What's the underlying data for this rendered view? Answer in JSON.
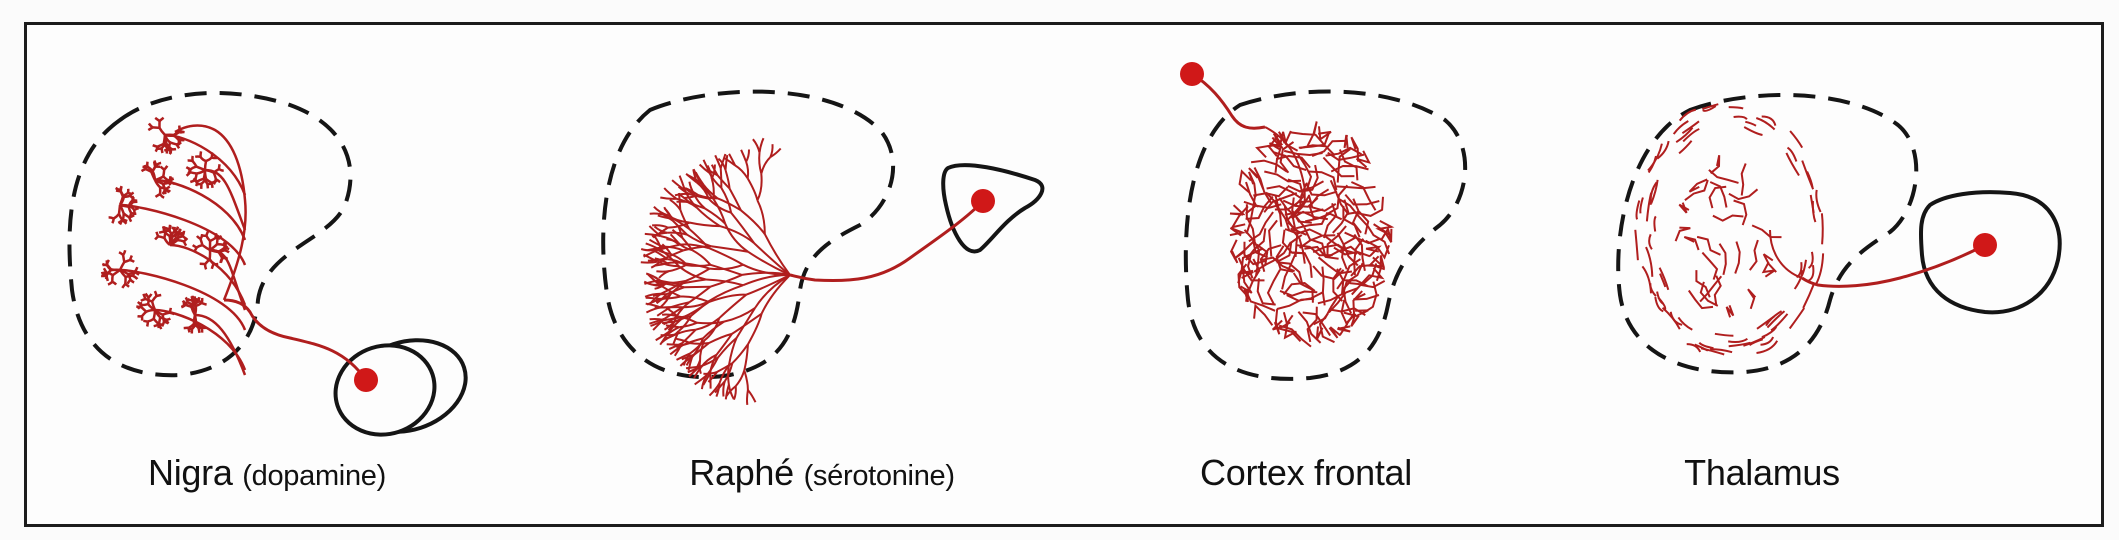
{
  "colors": {
    "neuron": "#b01e1e",
    "soma": "#d01818",
    "outline": "#151515"
  },
  "panels": [
    {
      "id": "nigra",
      "label": "Nigra",
      "sublabel": "(dopamine)"
    },
    {
      "id": "raphe",
      "label": "Raphé",
      "sublabel": "(sérotonine)"
    },
    {
      "id": "cortex",
      "label": "Cortex frontal",
      "sublabel": ""
    },
    {
      "id": "thalamus",
      "label": "Thalamus",
      "sublabel": ""
    }
  ]
}
